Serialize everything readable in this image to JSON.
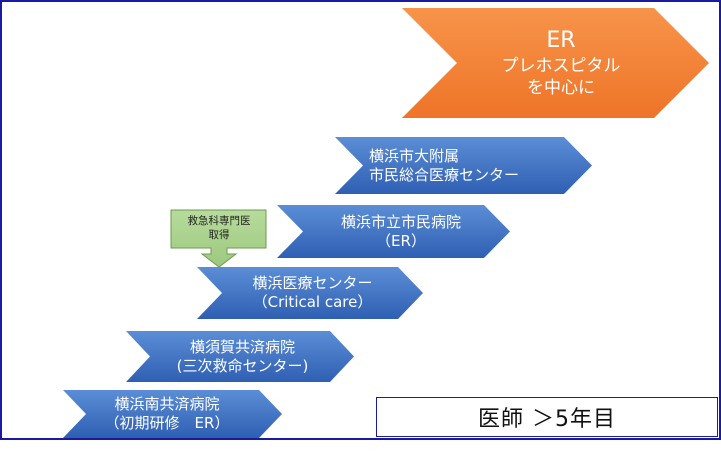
{
  "diagram": {
    "goal": {
      "line1": "ER",
      "line2": "プレホスピタル",
      "line3": "を中心に",
      "color": "#ED7D31"
    },
    "steps": [
      {
        "line1": "横浜市大附属",
        "line2": "市民総合医療センター"
      },
      {
        "line1": "横浜市立市民病院",
        "line2": "（ER）"
      },
      {
        "line1": "横浜医療センター",
        "line2": "（Critical care）"
      },
      {
        "line1": "横須賀共済病院",
        "line2": "(三次救命センター)"
      },
      {
        "line1": "横浜南共済病院",
        "line2": "（初期研修　ER）"
      }
    ],
    "step_color": "#4472C4",
    "milestone": {
      "line1": "救急科専門医",
      "line2": "取得",
      "color": "#A9D18E"
    },
    "experience_label": "医師 ＞5年目",
    "frame_color": "#1A1AA0"
  }
}
